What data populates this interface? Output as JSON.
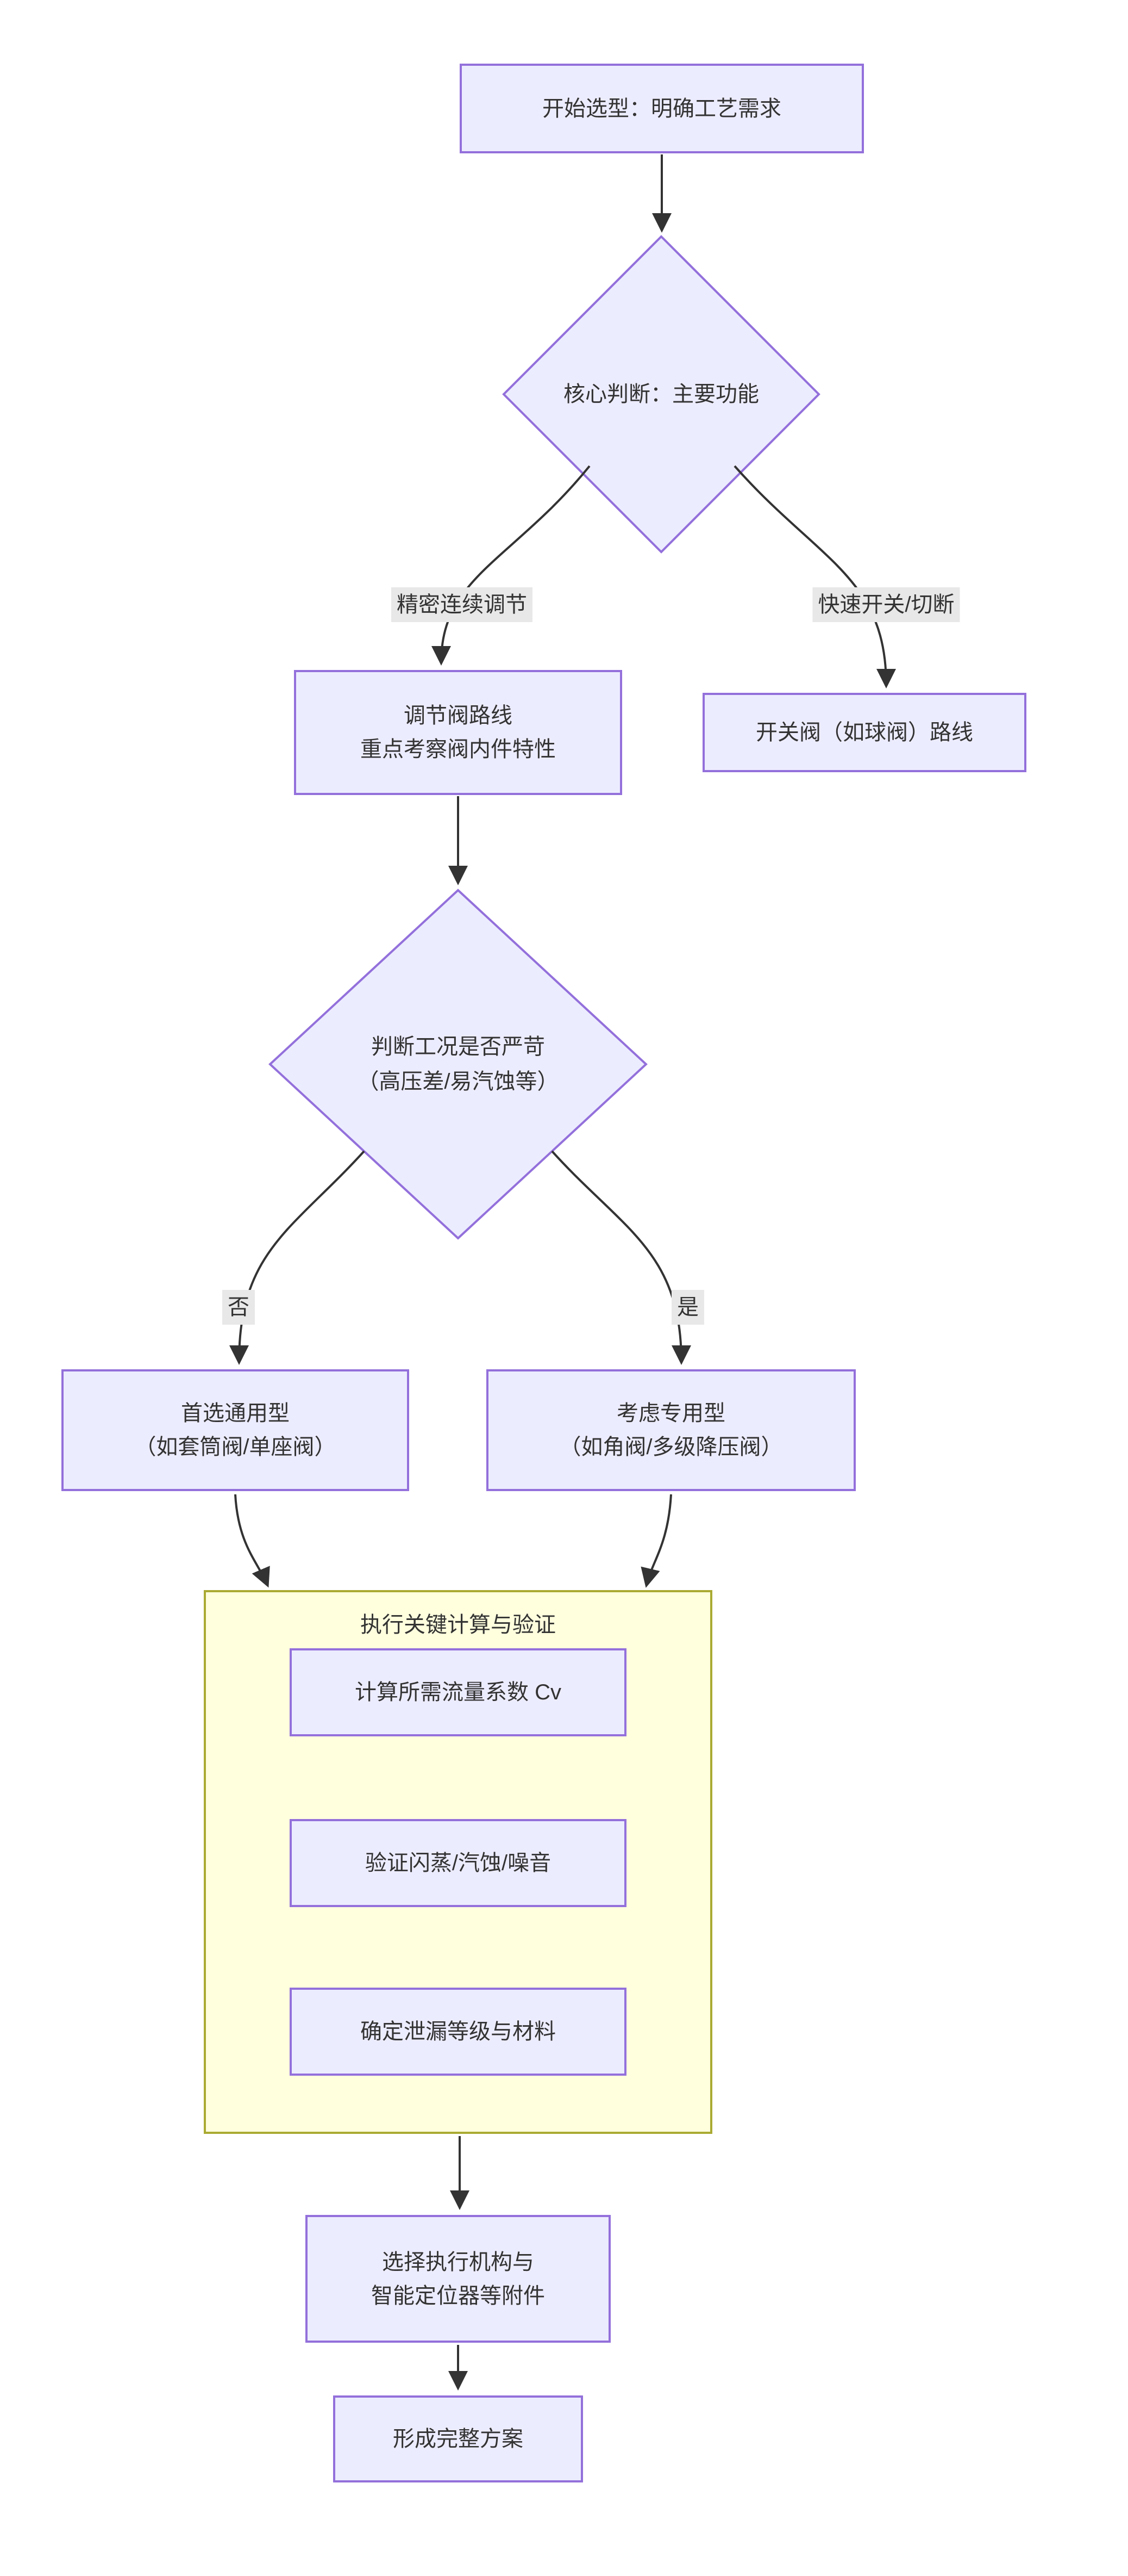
{
  "diagram_type": "flowchart",
  "colors": {
    "background": "#FFFFFF",
    "node_fill": "#ECECFF",
    "node_border": "#9370DB",
    "cluster_fill": "#FFFFDE",
    "cluster_border": "#AAAA33",
    "line": "#333333",
    "text": "#333333",
    "edge_label_bg": "#E8E8E8"
  },
  "nodes": {
    "start": {
      "text": "开始选型：明确工艺需求"
    },
    "decision_main": {
      "text": "核心判断：主要功能"
    },
    "control_route": {
      "line1": "调节阀路线",
      "line2": "重点考察阀内件特性"
    },
    "onoff_route": {
      "text": "开关阀（如球阀）路线"
    },
    "decision_severe": {
      "line1": "判断工况是否严苛",
      "line2": "（高压差/易汽蚀等）"
    },
    "general_type": {
      "line1": "首选通用型",
      "line2": "（如套筒阀/单座阀）"
    },
    "special_type": {
      "line1": "考虑专用型",
      "line2": "（如角阀/多级降压阀）"
    },
    "cluster": {
      "title": "执行关键计算与验证"
    },
    "calc_cv": {
      "text": "计算所需流量系数 Cv"
    },
    "verify_flash": {
      "text": "验证闪蒸/汽蚀/噪音"
    },
    "leakage": {
      "text": "确定泄漏等级与材料"
    },
    "actuator": {
      "line1": "选择执行机构与",
      "line2": "智能定位器等附件"
    },
    "final": {
      "text": "形成完整方案"
    }
  },
  "edge_labels": {
    "precise": "精密连续调节",
    "quick": "快速开关/切断",
    "no": "否",
    "yes": "是"
  },
  "edges": [
    {
      "from": "开始选型：明确工艺需求",
      "to": "核心判断：主要功能",
      "label": ""
    },
    {
      "from": "核心判断：主要功能",
      "to": "调节阀路线 重点考察阀内件特性",
      "label": "精密连续调节"
    },
    {
      "from": "核心判断：主要功能",
      "to": "开关阀（如球阀）路线",
      "label": "快速开关/切断"
    },
    {
      "from": "调节阀路线 重点考察阀内件特性",
      "to": "判断工况是否严苛（高压差/易汽蚀等）",
      "label": ""
    },
    {
      "from": "判断工况是否严苛（高压差/易汽蚀等）",
      "to": "首选通用型（如套筒阀/单座阀）",
      "label": "否"
    },
    {
      "from": "判断工况是否严苛（高压差/易汽蚀等）",
      "to": "考虑专用型（如角阀/多级降压阀）",
      "label": "是"
    },
    {
      "from": "首选通用型（如套筒阀/单座阀）",
      "to": "执行关键计算与验证",
      "label": ""
    },
    {
      "from": "考虑专用型（如角阀/多级降压阀）",
      "to": "执行关键计算与验证",
      "label": ""
    },
    {
      "from": "执行关键计算与验证",
      "to": "选择执行机构与智能定位器等附件",
      "label": ""
    },
    {
      "from": "选择执行机构与智能定位器等附件",
      "to": "形成完整方案",
      "label": ""
    }
  ]
}
